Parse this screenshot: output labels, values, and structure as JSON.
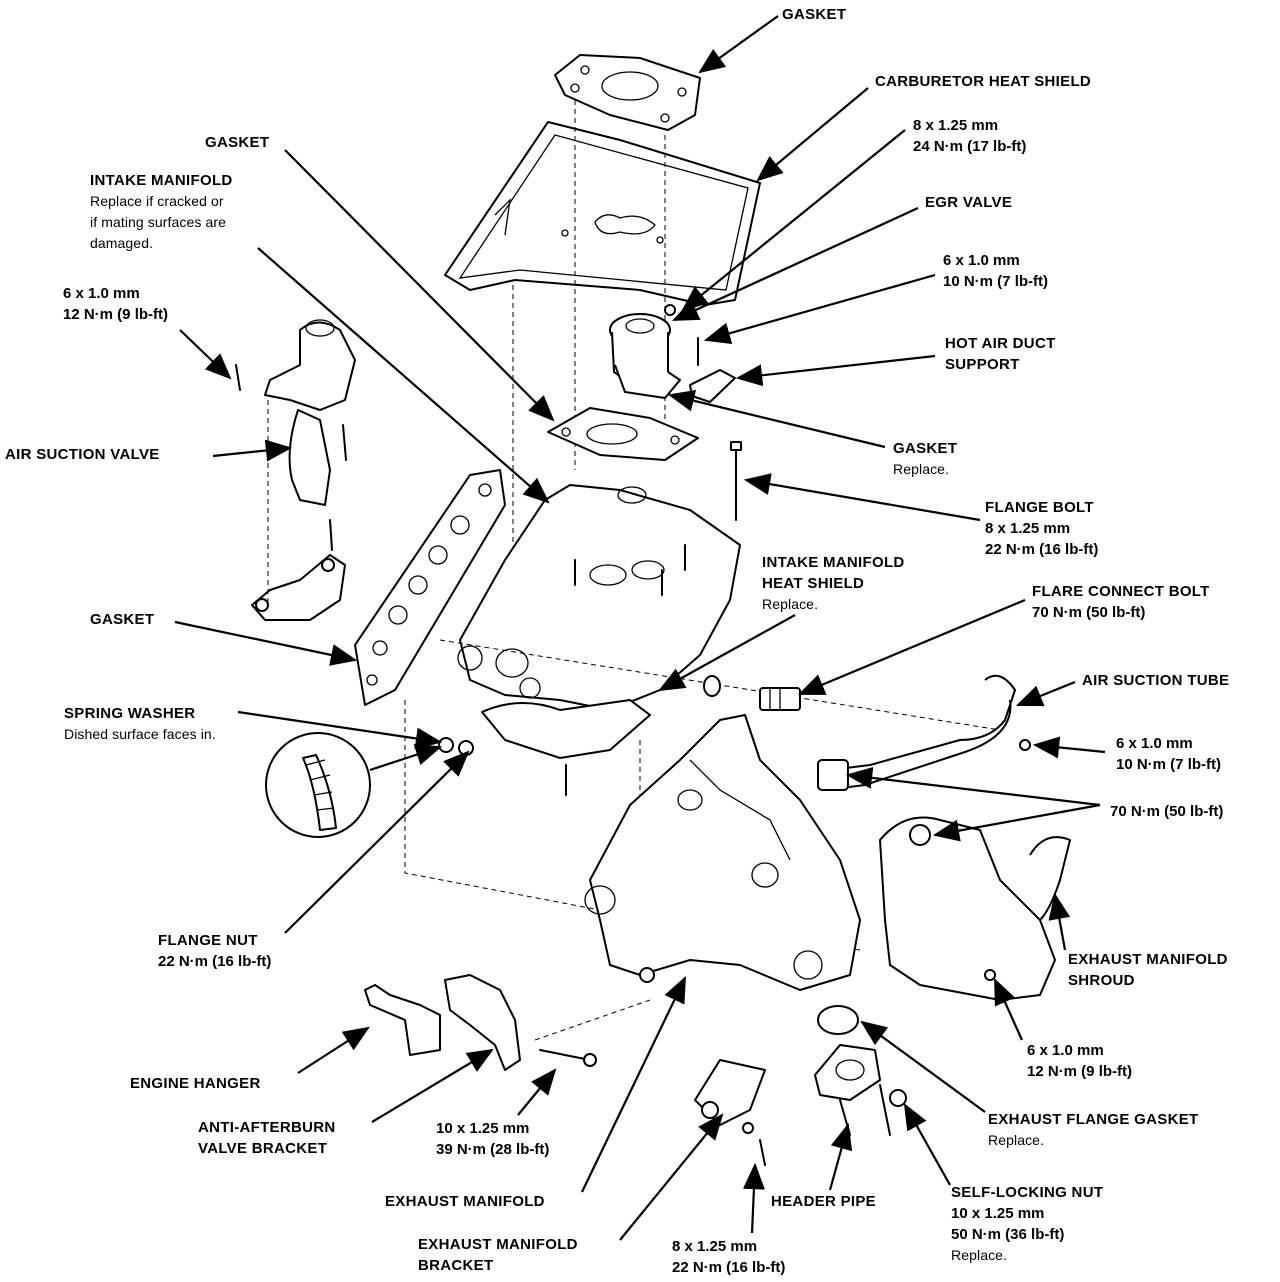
{
  "labels": {
    "gasket_top": "GASKET",
    "carb_heat_shield": "CARBURETOR HEAT SHIELD",
    "carb_bolt_size": "8 x 1.25 mm",
    "carb_bolt_torque": "24 N·m (17 lb-ft)",
    "gasket_left": "GASKET",
    "intake_manifold": "INTAKE MANIFOLD",
    "intake_note_1": "Replace if cracked or",
    "intake_note_2": "if mating surfaces are",
    "intake_note_3": "damaged.",
    "egr_valve": "EGR VALVE",
    "egr_bolt_size": "6 x 1.0 mm",
    "egr_bolt_torque": "10 N·m (7 lb-ft)",
    "asv_bolt_size": "6 x 1.0 mm",
    "asv_bolt_torque": "12 N·m (9 lb-ft)",
    "hot_air_duct_1": "HOT AIR DUCT",
    "hot_air_duct_2": "SUPPORT",
    "air_suction_valve": "AIR SUCTION VALVE",
    "gasket_egr": "GASKET",
    "gasket_egr_note": "Replace.",
    "flange_bolt": "FLANGE BOLT",
    "flange_bolt_size": "8 x 1.25 mm",
    "flange_bolt_torque": "22 N·m (16 lb-ft)",
    "intake_heat_shield_1": "INTAKE MANIFOLD",
    "intake_heat_shield_2": "HEAT SHIELD",
    "intake_heat_shield_note": "Replace.",
    "flare_connect_bolt": "FLARE CONNECT BOLT",
    "flare_connect_torque": "70 N·m (50 lb-ft)",
    "gasket_mid": "GASKET",
    "air_suction_tube": "AIR SUCTION TUBE",
    "spring_washer": "SPRING WASHER",
    "spring_washer_note": "Dished surface faces in.",
    "tube_bolt_size": "6 x 1.0 mm",
    "tube_bolt_torque": "10 N·m (7 lb-ft)",
    "tube_nut_torque": "70 N·m (50 lb-ft)",
    "flange_nut": "FLANGE NUT",
    "flange_nut_torque": "22 N·m (16 lb-ft)",
    "exhaust_shroud_1": "EXHAUST MANIFOLD",
    "exhaust_shroud_2": "SHROUD",
    "shroud_bolt_size": "6 x 1.0 mm",
    "shroud_bolt_torque": "12 N·m (9 lb-ft)",
    "engine_hanger": "ENGINE HANGER",
    "anti_afterburn_1": "ANTI-AFTERBURN",
    "anti_afterburn_2": "VALVE BRACKET",
    "bracket_bolt_size": "10 x 1.25 mm",
    "bracket_bolt_torque": "39 N·m (28 lb-ft)",
    "exhaust_flange_gasket": "EXHAUST FLANGE GASKET",
    "exhaust_flange_gasket_note": "Replace.",
    "exhaust_manifold": "EXHAUST MANIFOLD",
    "header_pipe": "HEADER PIPE",
    "self_locking_nut": "SELF-LOCKING NUT",
    "self_locking_size": "10 x 1.25 mm",
    "self_locking_torque": "50 N·m (36 lb-ft)",
    "self_locking_note": "Replace.",
    "exh_bracket_1": "EXHAUST MANIFOLD",
    "exh_bracket_2": "BRACKET",
    "exh_bracket_bolt_size": "8 x 1.25 mm",
    "exh_bracket_bolt_torque": "22 N·m (16 lb-ft)"
  }
}
